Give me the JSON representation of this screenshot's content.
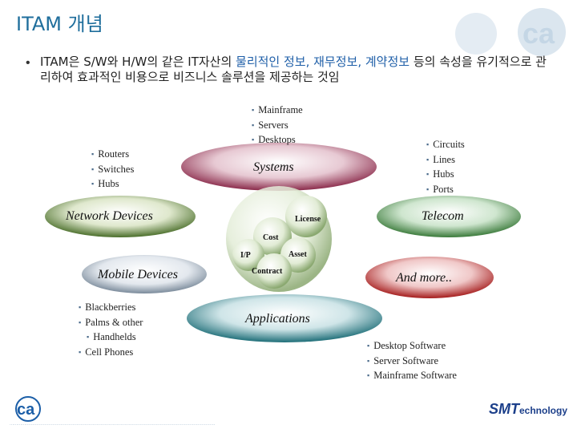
{
  "title": "ITAM 개념",
  "intro": {
    "prefix": "ITAM은 S/W와 H/W의 같은 IT자산의 ",
    "highlight": "물리적인 정보, 재무정보, 계약정보",
    "suffix": " 등의 속성을 유기적으로 관리하여 효과적인 비용으로 비즈니스 솔루션을 제공하는 것임"
  },
  "nodes": {
    "systems": "Systems",
    "network": "Network Devices",
    "telecom": "Telecom",
    "mobile": "Mobile Devices",
    "applications": "Applications",
    "more": "And more.."
  },
  "center": {
    "license": "License",
    "cost": "Cost",
    "ip": "I/P",
    "asset": "Asset",
    "contract": "Contract"
  },
  "lists": {
    "systems": [
      "Mainframe",
      "Servers",
      "Desktops"
    ],
    "network": [
      "Routers",
      "Switches",
      "Hubs"
    ],
    "telecom": [
      "Circuits",
      "Lines",
      "Hubs",
      "Ports"
    ],
    "mobile": [
      "Blackberries",
      "Palms & other",
      "Handhelds",
      "Cell Phones"
    ],
    "applications": [
      "Desktop Software",
      "Server Software",
      "Mainframe Software"
    ]
  },
  "logos": {
    "ca": "ca",
    "smt_prefix": "SMT",
    "smt_suffix": "echnology"
  },
  "colors": {
    "title": "#1f6e9c",
    "systems": "#8a2a4a",
    "network": "#4a6e2a",
    "telecom": "#3a7a3a",
    "mobile": "#7a8a9a",
    "applications": "#1e6e78",
    "more": "#a51c1c"
  }
}
